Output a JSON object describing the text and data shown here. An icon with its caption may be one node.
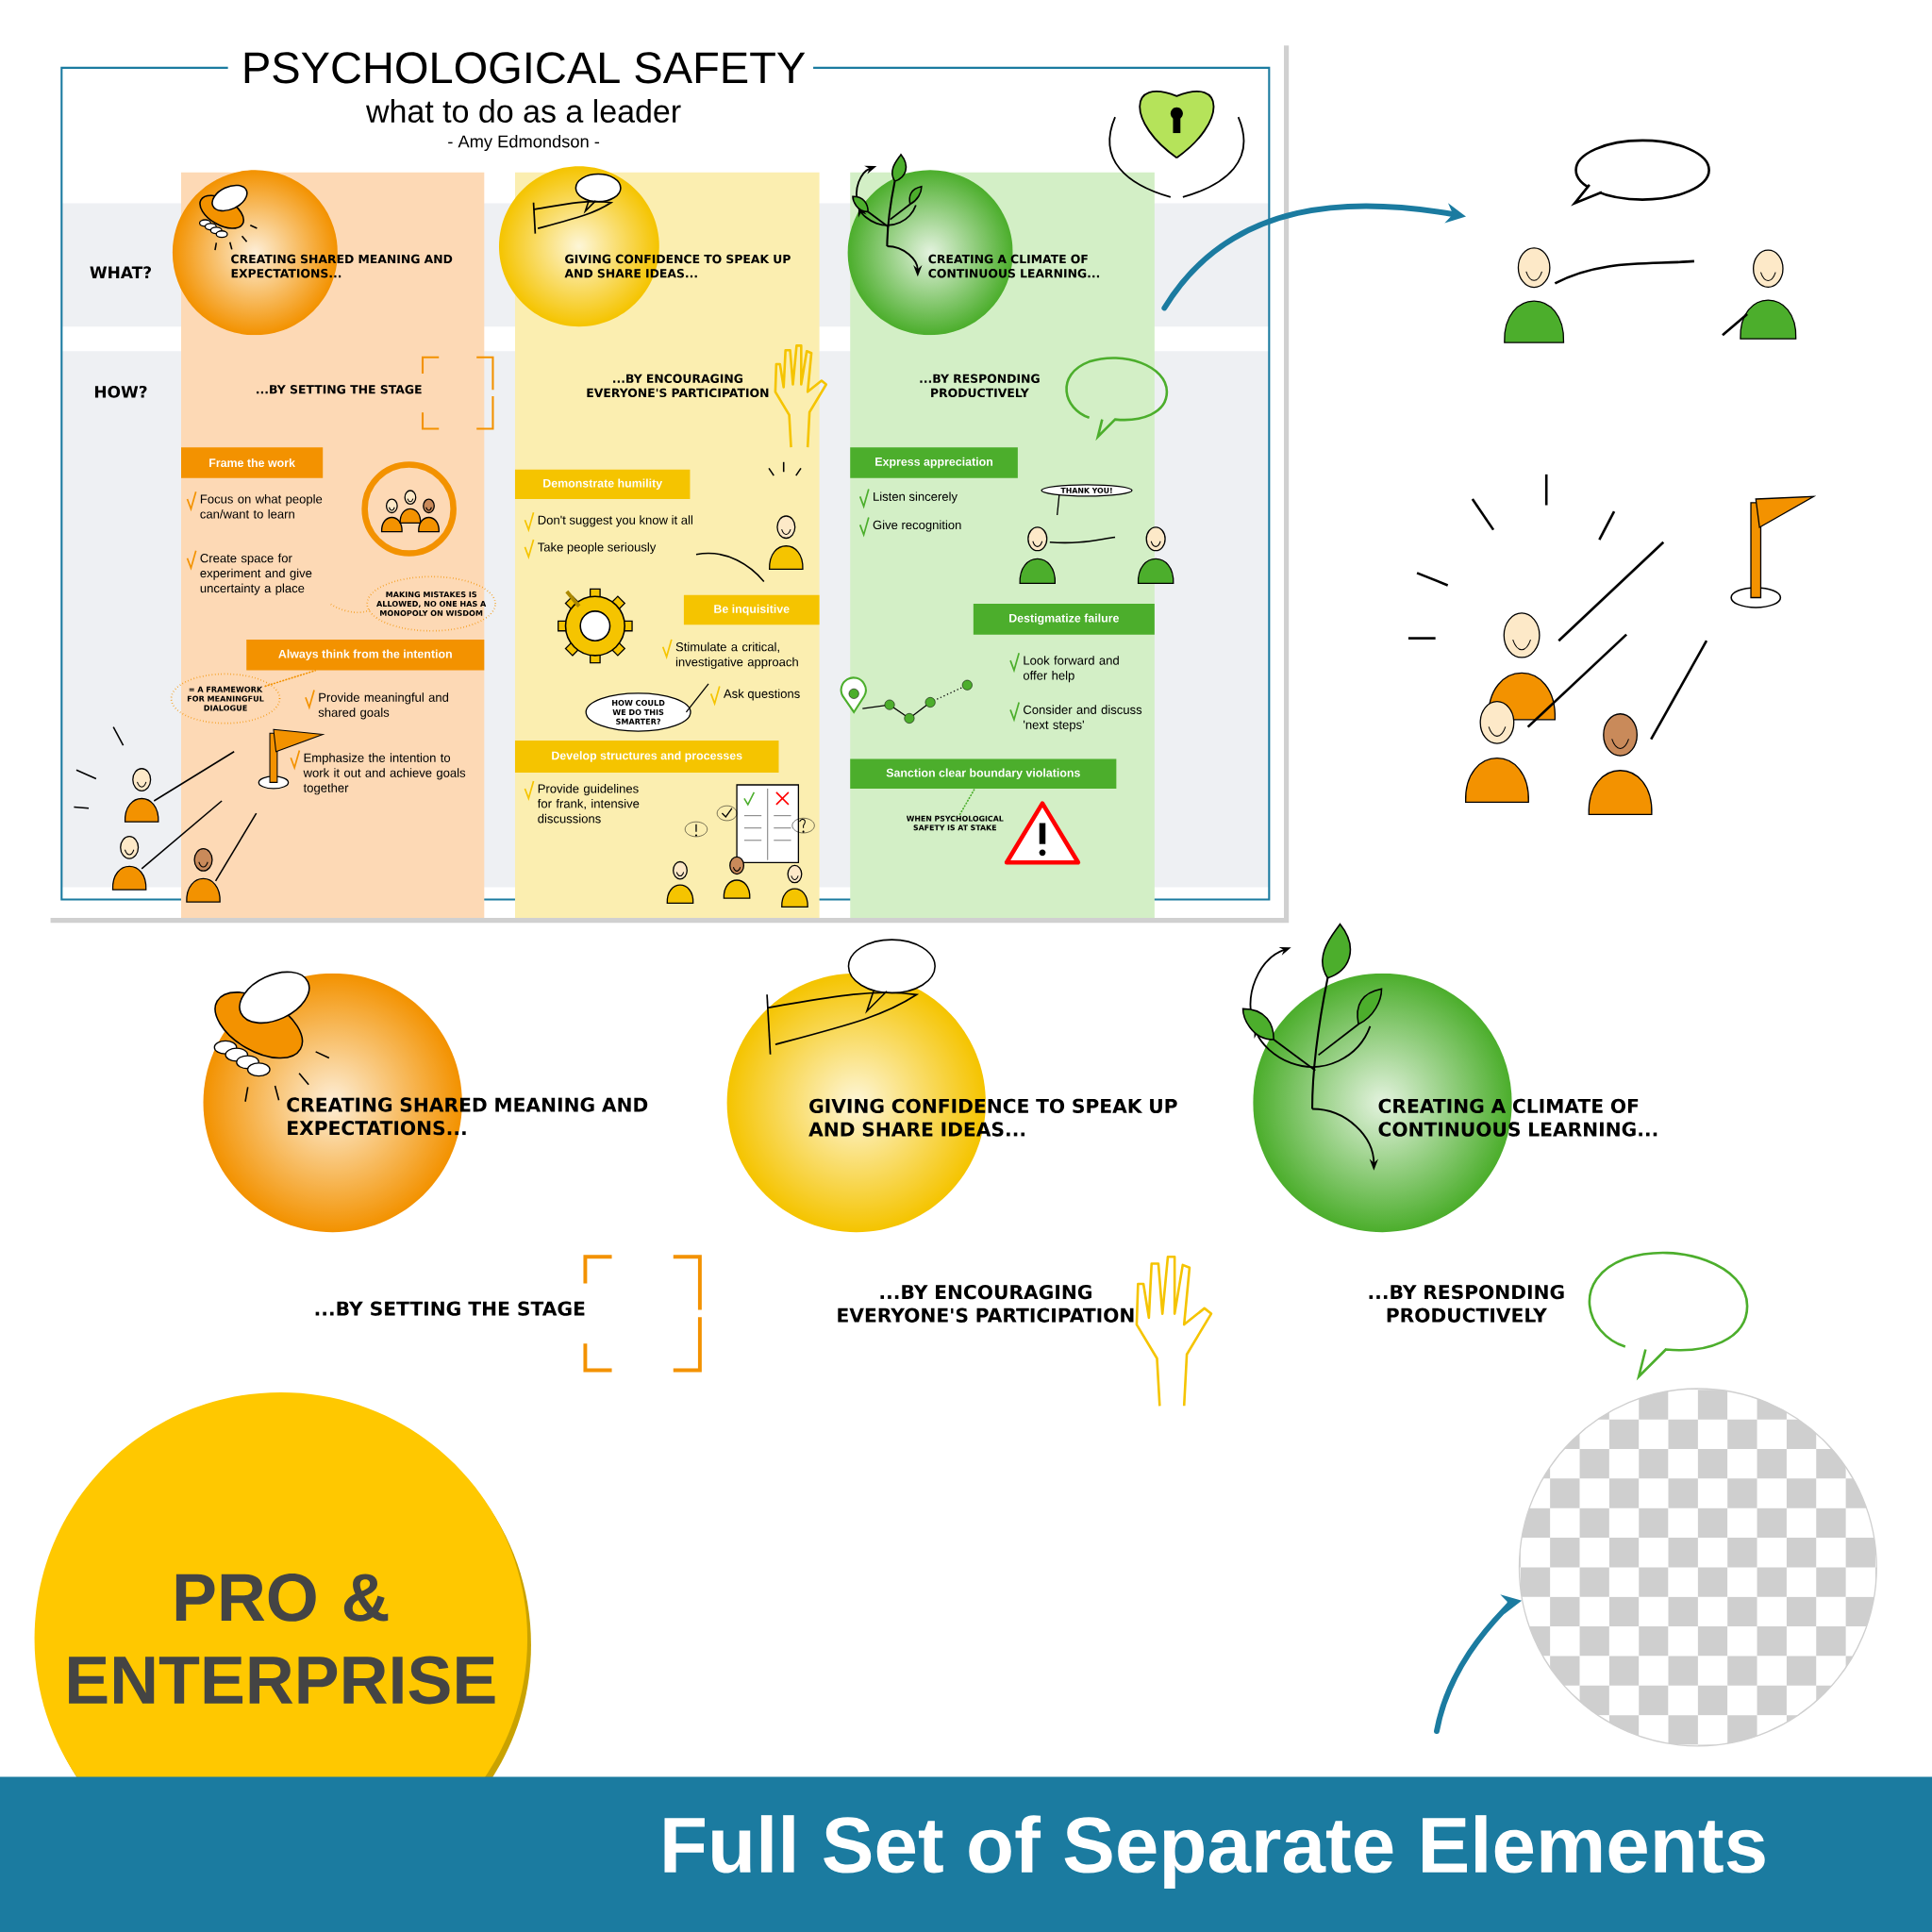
{
  "diagram": {
    "title": "PSYCHOLOGICAL SAFETY",
    "nodes": [
      {
        "text": [
          "CREATING SHARED MEANING AND EXPECTATIONS..."
        ]
      },
      {
        "text": [
          "GIVING CONFIDENCE TO SPEAK UP AND SHARE IDEAS..."
        ]
      },
      {
        "text": [
          "CREATING A CLIMATE OF CONTINUOUS LEARNING..."
        ]
      },
      {
        "text": [
          "Frame the work"
        ]
      },
      {
        "text": [
          "MAKING MISTAKES IS ALLOWED, NO ONE HAS A MONOPOLY ON WISDOM"
        ]
      },
      {
        "text": [
          "Always think from the intention"
        ]
      },
      {
        "text": [
          "= A FRAMEWORK FOR MEANINGFUL DIALOGUE"
        ]
      },
      {
        "text": [
          "Demonstrate humility"
        ]
      },
      {
        "text": [
          "Be inquisitive"
        ]
      },
      {
        "text": [
          "HOW COULD WE DO THIS SMARTER?"
        ]
      },
      {
        "text": [
          "Develop structures and processes"
        ]
      },
      {
        "text": [
          "Express appreciation"
        ]
      },
      {
        "text": [
          "THANK YOU!"
        ]
      },
      {
        "text": [
          "Destigmatize failure"
        ]
      },
      {
        "text": [
          "Sanction clear boundary violations"
        ]
      },
      {
        "text": [
          "WHEN PSYCHOLOGICAL SAFETY IS AT STAKE"
        ]
      },
      {
        "text": [],
        "shape": "picture"
      },
      {
        "text": [
          "CREATING SHARED MEANING AND EXPECTATIONS..."
        ]
      },
      {
        "text": [
          "GIVING CONFIDENCE TO SPEAK UP AND SHARE IDEAS..."
        ]
      },
      {
        "text": [
          "CREATING A CLIMATE OF CONTINUOUS LEARNING..."
        ]
      },
      {
        "text": [],
        "shape": "circle"
      },
      {
        "text": [
          "PRO & ENTERPRISE"
        ]
      },
      {
        "text": [
          "Full Set of Separate Elements"
        ]
      }
    ],
    "edges": [
      {
        "from": null,
        "to": 16,
        "arrow": "to",
        "style": "thick",
        "color": "#1b7ba0"
      },
      {
        "from": null,
        "to": 20,
        "arrow": "to",
        "style": "thick",
        "color": "#1b7ba0"
      },
      {
        "from": 15,
        "to": 14,
        "arrow": "none",
        "style": "dashed",
        "color": "#4cae2c"
      },
      {
        "from": 6,
        "to": 5,
        "arrow": "none",
        "style": "dashed",
        "color": "#f39200"
      }
    ],
    "labels": [
      "what to do as a leader",
      "- Amy Edmondson -",
      "WHAT?",
      "HOW?",
      "...BY SETTING THE STAGE",
      "...BY ENCOURAGING EVERYONE'S PARTICIPATION",
      "...BY RESPONDING PRODUCTIVELY",
      "Focus on what people can/want to learn",
      "Create space for experiment and give uncertainty a place",
      "Provide meaningful and shared goals",
      "Emphasize the intention to work it out and achieve goals together",
      "Don't suggest you know it all",
      "Take people seriously",
      "Stimulate a critical, investigative approach",
      "Ask questions",
      "Provide guidelines for frank, intensive discussions",
      "Listen sincerely",
      "Give recognition",
      "Look forward and offer help",
      "Consider and discuss 'next steps'",
      "...BY SETTING THE STAGE",
      "...BY ENCOURAGING EVERYONE'S PARTICIPATION",
      "...BY RESPONDING PRODUCTIVELY"
    ]
  }
}
